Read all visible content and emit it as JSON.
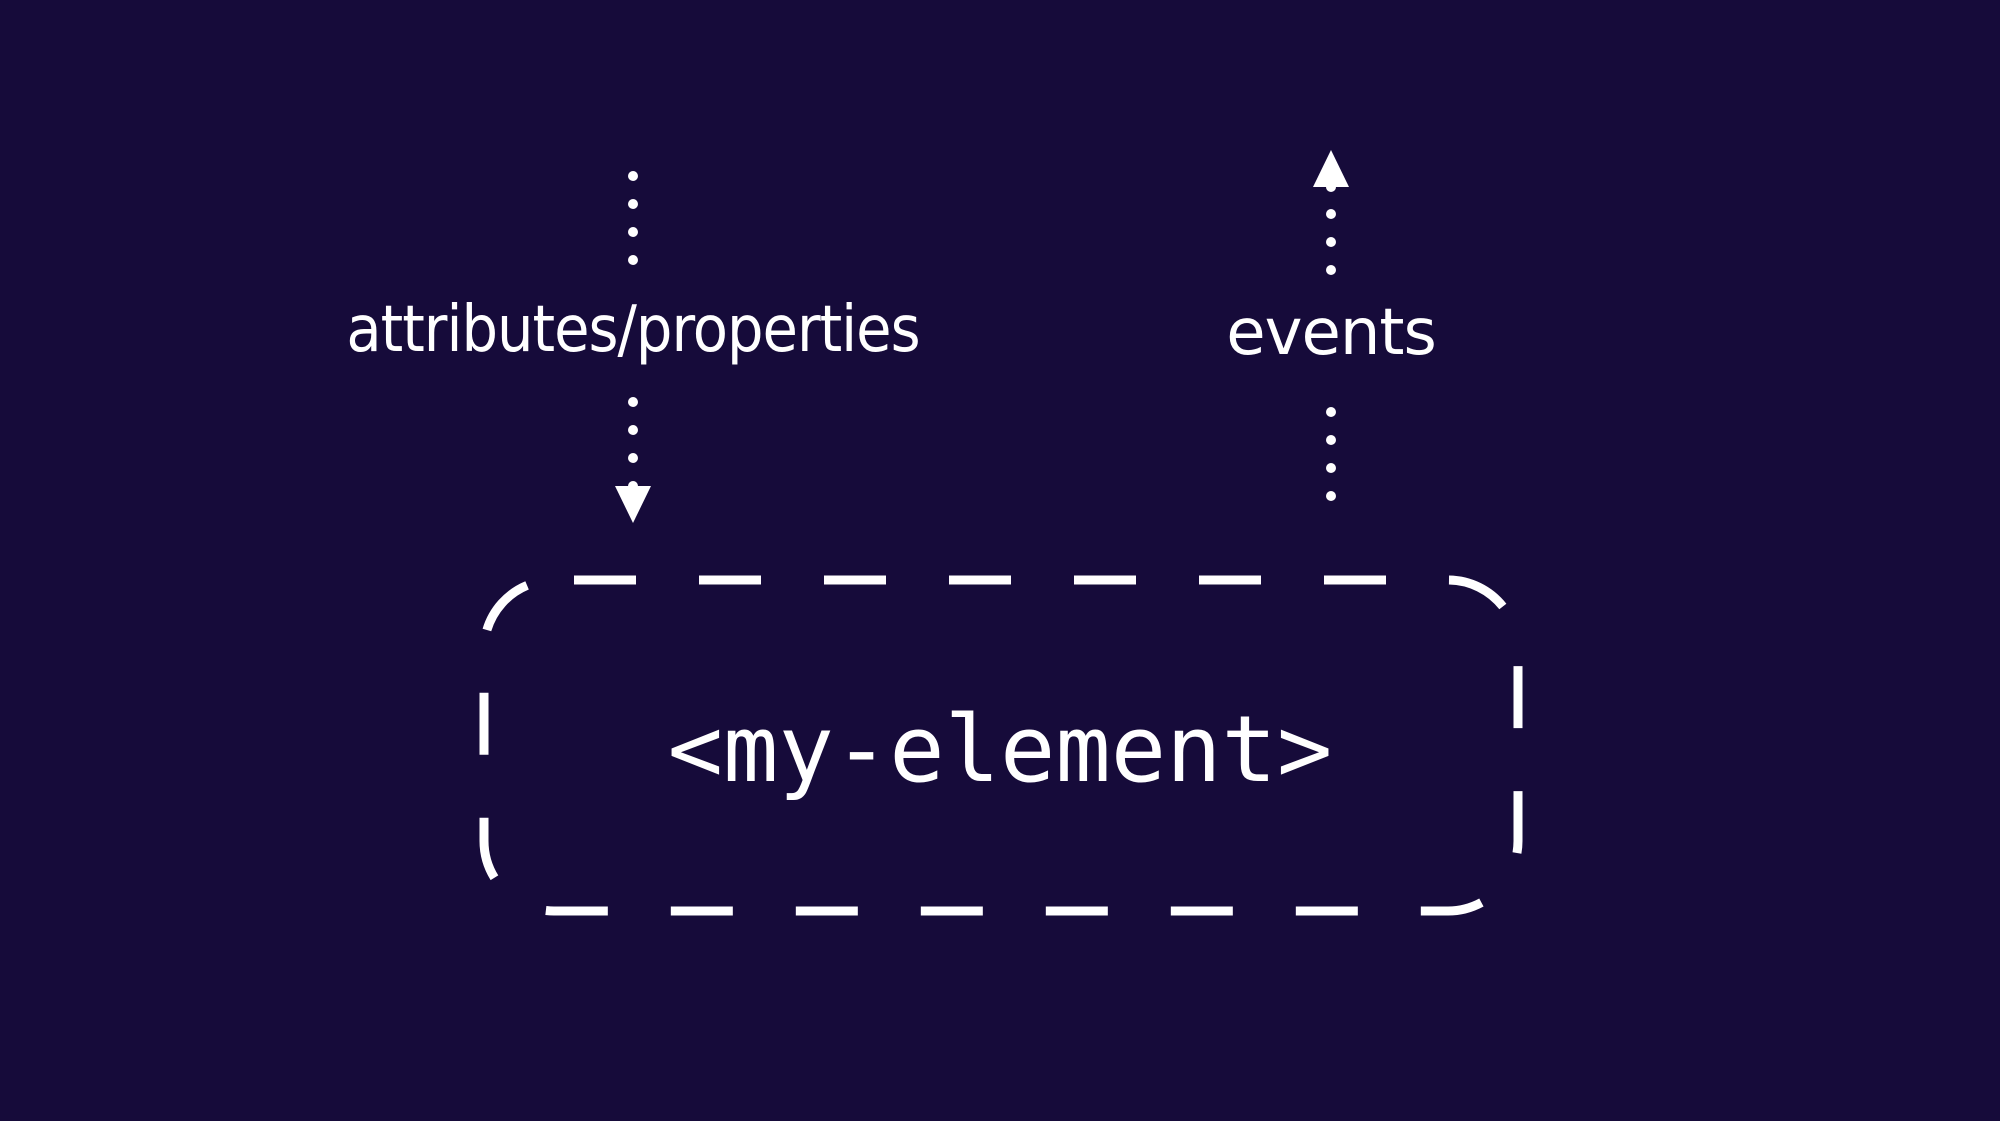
{
  "diagram": {
    "input_label": "attributes/properties",
    "output_label": "events",
    "element_tag": "<my-element>"
  },
  "colors": {
    "background": "#160b3a",
    "foreground": "#ffffff"
  },
  "icons": {
    "down_arrow": "arrow-down-icon",
    "up_arrow": "arrow-up-icon"
  }
}
